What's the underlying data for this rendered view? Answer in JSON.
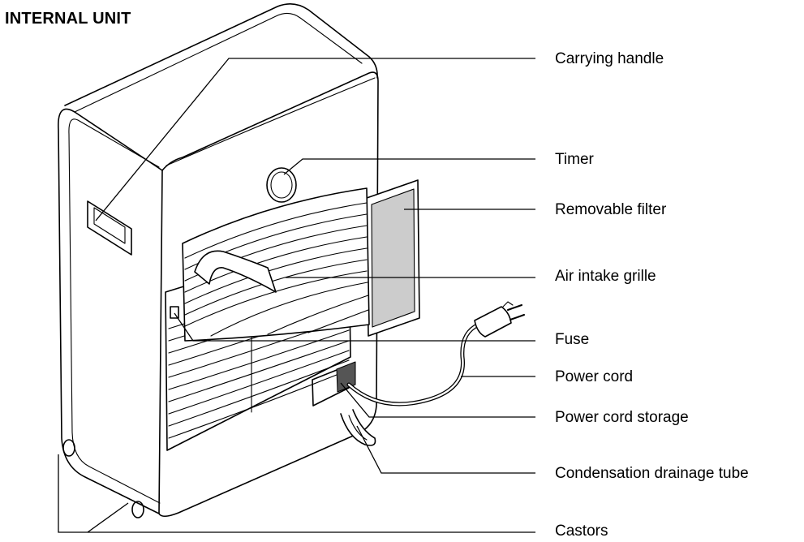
{
  "title": "INTERNAL UNIT",
  "labels": [
    "Carrying handle",
    "Timer",
    "Removable filter",
    "Air intake grille",
    "Fuse",
    "Power cord",
    "Power cord storage",
    "Condensation drainage tube",
    "Castors"
  ],
  "colors": {
    "ink": "#000000",
    "filter": "#cccccc",
    "background": "#ffffff"
  }
}
